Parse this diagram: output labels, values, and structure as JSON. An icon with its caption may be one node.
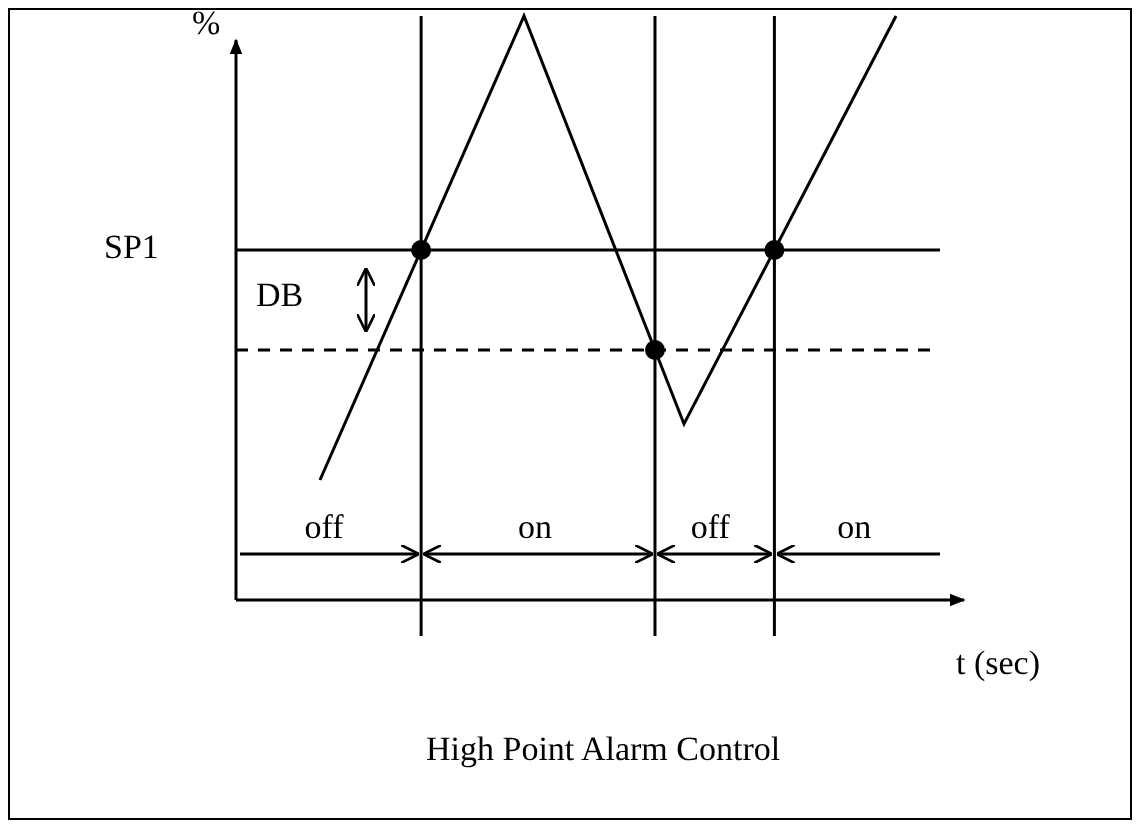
{
  "diagram": {
    "caption": "High Point Alarm Control",
    "labels": [
      "%",
      "SP1",
      "DB",
      "off",
      "on",
      "off",
      "on",
      "t (sec)"
    ]
  }
}
